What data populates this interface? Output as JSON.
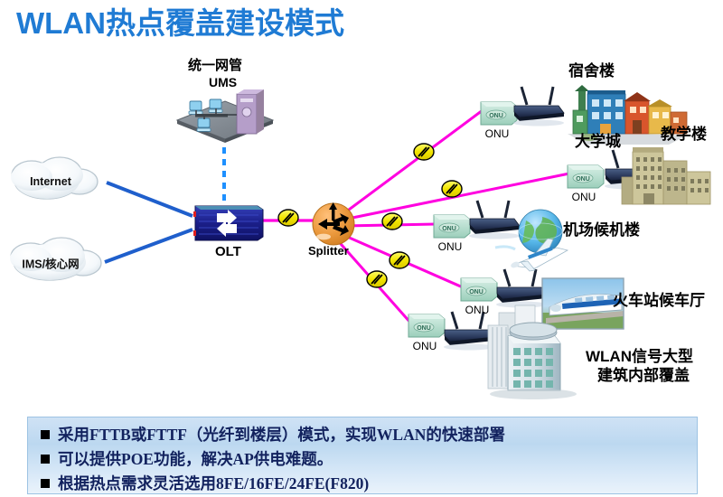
{
  "slide": {
    "title": "WLAN热点覆盖建设模式",
    "title_color": "#1F7BD4",
    "background": "#ffffff"
  },
  "palette": {
    "fiber_line": "#FF00E0",
    "uplink_line": "#1F5FCC",
    "mgmt_line": "#1E90FF",
    "splitter_fill": "#E8963C",
    "olt_fill": "#1B1F8A",
    "badge_fill": "#F5EA00",
    "onu_fill": "#A9D8C8",
    "ap_fill": "#2E3F63",
    "note_text": "#12225e",
    "note_panel": "#cfe2f5"
  },
  "nodes": {
    "ums": {
      "label_cn": "统一网管",
      "label_en": "UMS",
      "icon": "server-workstation-platform-icon"
    },
    "internet_cloud": {
      "label": "Internet",
      "icon": "cloud-icon"
    },
    "core_cloud": {
      "label": "IMS/核心网",
      "icon": "cloud-icon"
    },
    "olt": {
      "label": "OLT",
      "icon": "switch-icon"
    },
    "splitter": {
      "label": "Splitter",
      "icon": "splitter-fanout-icon"
    }
  },
  "onu_label": "ONU",
  "branches": [
    {
      "id": "dormitory",
      "onu_label": "ONU",
      "ap_icon": "wireless-ap-icon",
      "site_label": "宿舍楼",
      "building_icon": "dormitory-street-building-icon"
    },
    {
      "id": "university-town",
      "onu_label": "ONU",
      "ap_icon": "wireless-ap-icon",
      "site_label": "大学城",
      "site_label_2": "教学楼",
      "building_icon": "teaching-building-icon"
    },
    {
      "id": "airport",
      "onu_label": "ONU",
      "ap_icon": "wireless-ap-icon",
      "site_label": "机场候机楼",
      "building_icon": "globe-airplane-icon"
    },
    {
      "id": "railway",
      "onu_label": "ONU",
      "ap_icon": "wireless-ap-icon",
      "site_label": "火车站候车厅",
      "building_icon": "high-speed-train-icon"
    },
    {
      "id": "large-building",
      "onu_label": "ONU",
      "ap_icon": "wireless-ap-icon",
      "site_label": "WLAN信号大型",
      "site_label_2": "建筑内部覆盖",
      "building_icon": "office-tower-icon"
    }
  ],
  "fiber_badge_icon": "optical-fiber-badge-icon",
  "notes": [
    "采用FTTB或FTTF（光纤到楼层）模式，实现WLAN的快速部署",
    "可以提供POE功能，解决AP供电难题。",
    "根据热点需求灵活选用8FE/16FE/24FE(F820)"
  ]
}
